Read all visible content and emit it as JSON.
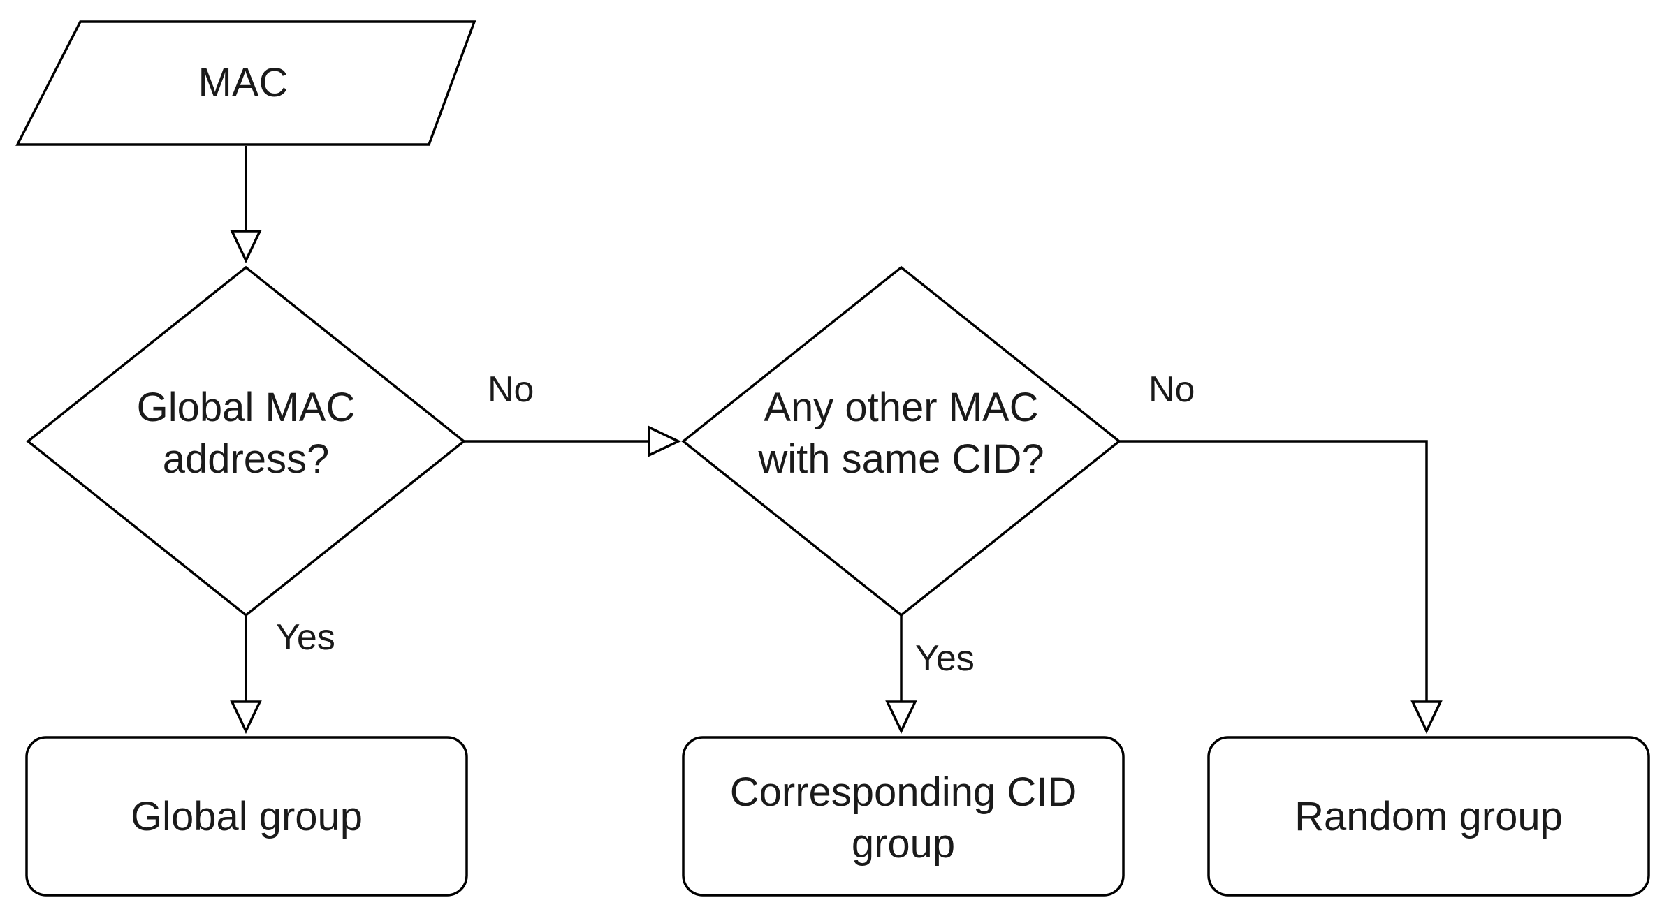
{
  "diagram": {
    "nodes": {
      "input": {
        "label": "MAC",
        "shape": "parallelogram"
      },
      "decision_global": {
        "line1": "Global MAC",
        "line2": "address?",
        "shape": "diamond"
      },
      "decision_cid": {
        "line1": "Any other MAC",
        "line2": "with same CID?",
        "shape": "diamond"
      },
      "global_group": {
        "label": "Global group",
        "shape": "rounded-rectangle"
      },
      "cid_group": {
        "line1": "Corresponding CID",
        "line2": "group",
        "shape": "rounded-rectangle"
      },
      "random_group": {
        "label": "Random group",
        "shape": "rounded-rectangle"
      }
    },
    "edges": [
      {
        "from": "input",
        "to": "decision_global",
        "label": ""
      },
      {
        "from": "decision_global",
        "to": "decision_cid",
        "label": "No"
      },
      {
        "from": "decision_global",
        "to": "global_group",
        "label": "Yes"
      },
      {
        "from": "decision_cid",
        "to": "cid_group",
        "label": "Yes"
      },
      {
        "from": "decision_cid",
        "to": "random_group",
        "label": "No"
      }
    ],
    "edge_labels": {
      "global_no": "No",
      "global_yes": "Yes",
      "cid_yes": "Yes",
      "cid_no": "No"
    },
    "colors": {
      "stroke": "#000000",
      "fill": "#ffffff",
      "text": "#1a1a1a"
    }
  }
}
